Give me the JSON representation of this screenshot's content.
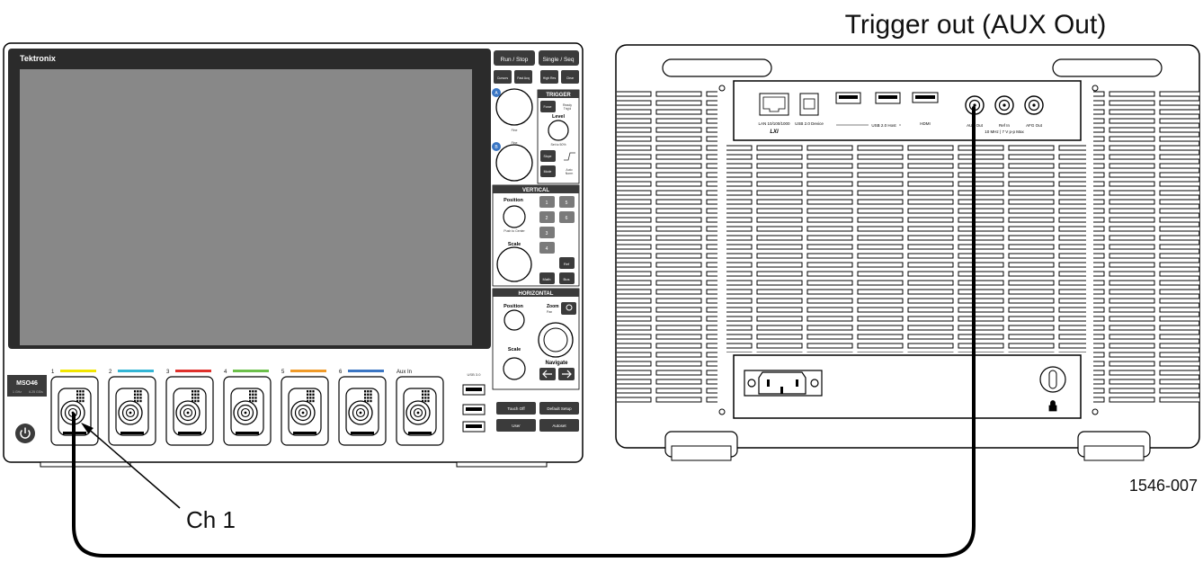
{
  "callouts": {
    "trigger_out": "Trigger out (AUX Out)",
    "ch1": "Ch 1",
    "figure_id": "1546-007"
  },
  "front": {
    "brand": "Tektronix",
    "model": "MSO46",
    "model_sub_left": "1 GHz",
    "model_sub_right": "6.25 GS/s",
    "top_buttons": [
      "Run / Stop",
      "Single / Seq"
    ],
    "small_buttons": [
      "Cursors",
      "Fast Acq",
      "High Res",
      "Clear"
    ],
    "knob_labels": {
      "a": "A",
      "b": "B"
    },
    "fine_label": "Fine",
    "trigger": {
      "title": "TRIGGER",
      "force": "Force",
      "ready_trigd": "Ready\nTrig'd",
      "level": "Level",
      "set_to_50": "Set to 50%",
      "slope": "Slope",
      "mode": "Mode",
      "auto_norm": "Auto\nNorm"
    },
    "vertical": {
      "title": "VERTICAL",
      "position": "Position",
      "push_center": "Push to Center",
      "scale": "Scale",
      "channels": [
        "1",
        "5",
        "2",
        "6",
        "3",
        "4"
      ],
      "ref": "Ref",
      "math": "Math",
      "bus": "Bus"
    },
    "horizontal": {
      "title": "HORIZONTAL",
      "position": "Position",
      "scale": "Scale",
      "zoom": "Zoom",
      "pan": "Pan",
      "navigate": "Navigate"
    },
    "inputs": {
      "labels": [
        "1",
        "2",
        "3",
        "4",
        "5",
        "6"
      ],
      "aux_in": "Aux In",
      "colors": [
        "#f2e600",
        "#33b6d6",
        "#e0312c",
        "#6cc04a",
        "#f09a28",
        "#3a76c4"
      ]
    },
    "usb_label": "USB 3.0",
    "bottom_buttons": [
      "Touch Off",
      "Default Setup",
      "User",
      "Autoset"
    ]
  },
  "rear": {
    "ports": {
      "lan": "LAN 10/100/1000",
      "lxi": "LXI",
      "usb_device": "USB 2.0 Device",
      "usb_host": "USB 2.0 Host",
      "hdmi": "HDMI",
      "aux_out": "AUX Out",
      "ref_in": "Ref In",
      "afg_out": "AFG Out",
      "spec": "10 MHz | 7 V p-p Max"
    }
  }
}
